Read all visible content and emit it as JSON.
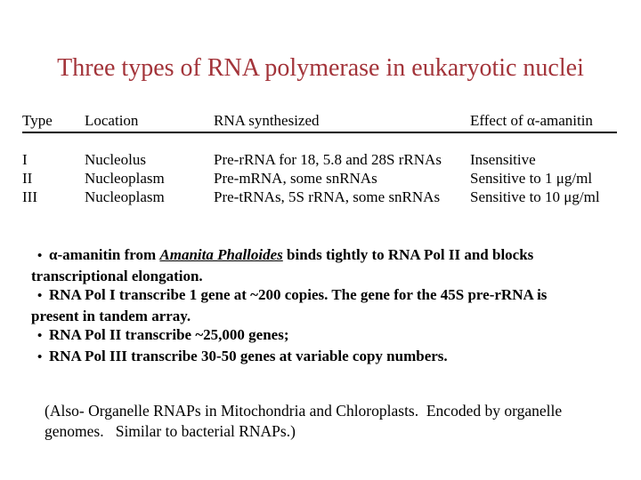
{
  "theme": {
    "background": "#ffffff",
    "title_color": "#a3343a",
    "text_color": "#000000"
  },
  "slide": {
    "title": "Three types of RNA polymerase in eukaryotic nuclei"
  },
  "table": {
    "headers": [
      "Type",
      "Location",
      "RNA synthesized",
      "Effect of α-amanitin"
    ],
    "rows": [
      [
        "I",
        "Nucleolus",
        "Pre-rRNA for 18, 5.8 and 28S rRNAs",
        "Insensitive"
      ],
      [
        "II",
        "Nucleoplasm",
        "Pre-mRNA, some snRNAs",
        "Sensitive to 1 μg/ml"
      ],
      [
        "III",
        "Nucleoplasm",
        "Pre-tRNAs, 5S rRNA, some snRNAs",
        "Sensitive to 10 μg/ml"
      ]
    ]
  },
  "bullets": {
    "marker": "•",
    "items": [
      {
        "line1_prefix": "α-amanitin from ",
        "line1_em": "Amanita Phalloides",
        "line1_suffix": " binds tightly to RNA Pol II and blocks",
        "line2": "transcriptional elongation."
      },
      {
        "line1": "RNA Pol I transcribe 1 gene at ~200 copies. The gene for the 45S pre-rRNA is",
        "line2": "present in tandem array."
      },
      {
        "line1": "RNA Pol II transcribe ~25,000 genes;"
      },
      {
        "line1": "RNA Pol III transcribe 30-50 genes at variable copy numbers."
      }
    ]
  },
  "note": {
    "lines": [
      "(Also- Organelle RNAPs in Mitochondria and Chloroplasts.  Encoded by organelle",
      "genomes.   Similar to bacterial RNAPs.)"
    ]
  }
}
